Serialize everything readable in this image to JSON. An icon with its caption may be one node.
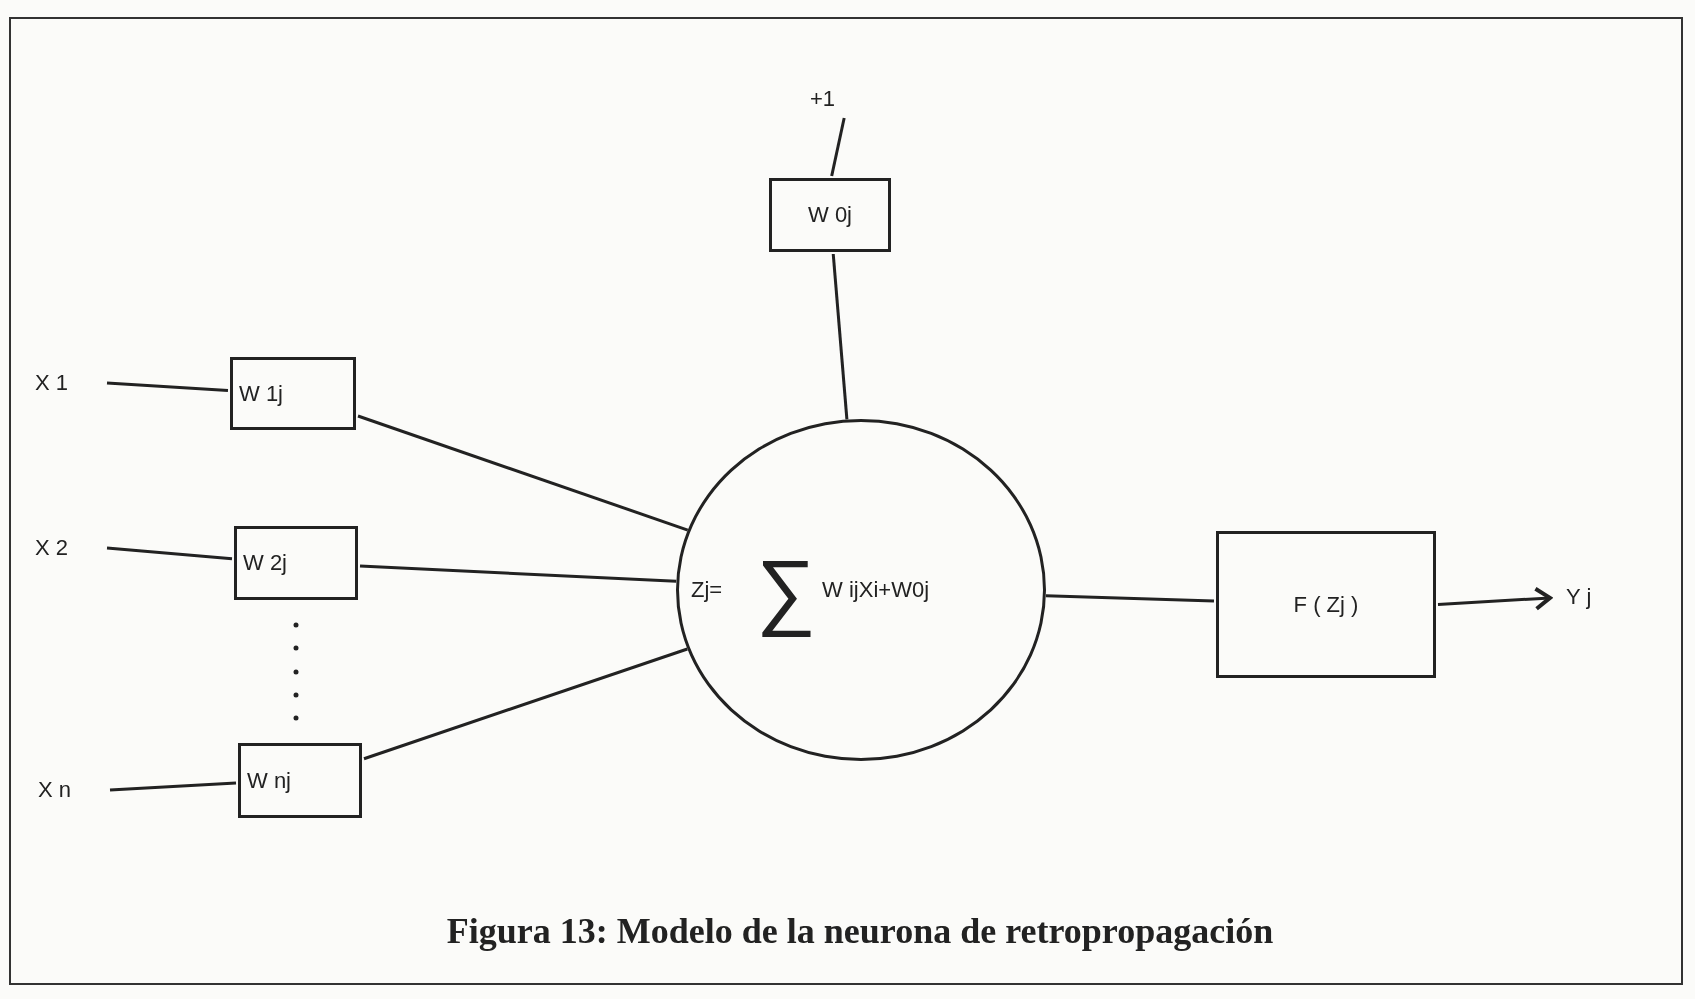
{
  "diagram": {
    "caption": "Figura 13: Modelo de la neurona de retropropagación",
    "nodes": [
      {
        "text": [
          "+1"
        ]
      },
      {
        "text": [
          "W 0j"
        ]
      },
      {
        "text": [
          "X 1"
        ]
      },
      {
        "text": [
          "W 1j"
        ]
      },
      {
        "text": [
          "X 2"
        ]
      },
      {
        "text": [
          "W 2j"
        ]
      },
      {
        "text": [
          "X n"
        ]
      },
      {
        "text": [
          "W nj"
        ]
      },
      {
        "text": [
          "Zj=",
          "∑",
          "W ijXi+W0j"
        ]
      },
      {
        "text": [
          "F ( Zj )"
        ]
      },
      {
        "text": [
          "Y j"
        ]
      }
    ],
    "edges": [
      {
        "from": 0,
        "to": 1,
        "arrow": "none"
      },
      {
        "from": 1,
        "to": 8,
        "arrow": "none"
      },
      {
        "from": 2,
        "to": 3,
        "arrow": "none"
      },
      {
        "from": 3,
        "to": 8,
        "arrow": "none"
      },
      {
        "from": 4,
        "to": 5,
        "arrow": "none"
      },
      {
        "from": 5,
        "to": 8,
        "arrow": "none"
      },
      {
        "from": 6,
        "to": 7,
        "arrow": "none"
      },
      {
        "from": 7,
        "to": 8,
        "arrow": "none"
      },
      {
        "from": 8,
        "to": 9,
        "arrow": "none"
      },
      {
        "from": 9,
        "to": 10,
        "arrow": "to"
      }
    ]
  }
}
